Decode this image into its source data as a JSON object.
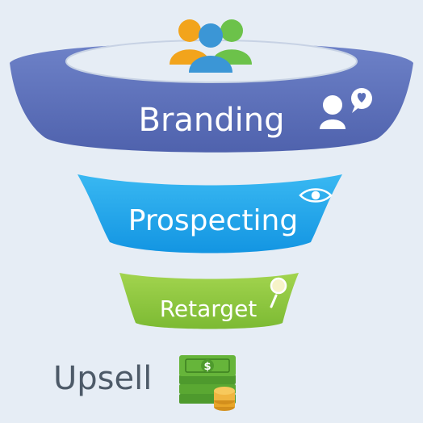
{
  "funnel": {
    "stages": [
      {
        "label": "Branding",
        "color": "#5b6fb8",
        "icon": "person-heart-icon"
      },
      {
        "label": "Prospecting",
        "color": "#1aa6ec",
        "icon": "eye-icon"
      },
      {
        "label": "Retarget",
        "color": "#8cc63f",
        "icon": "magnifier-icon"
      }
    ],
    "top_icon": "users-group-icon",
    "bottom": {
      "label": "Upsell",
      "icon": "money-stack-icon",
      "money_symbol": "$"
    }
  },
  "colors": {
    "background": "#e6edf5",
    "branding": "#5b6fb8",
    "prospecting": "#1aa6ec",
    "retarget": "#8cc63f",
    "money": "#5aa832",
    "coins": "#e8a528"
  }
}
